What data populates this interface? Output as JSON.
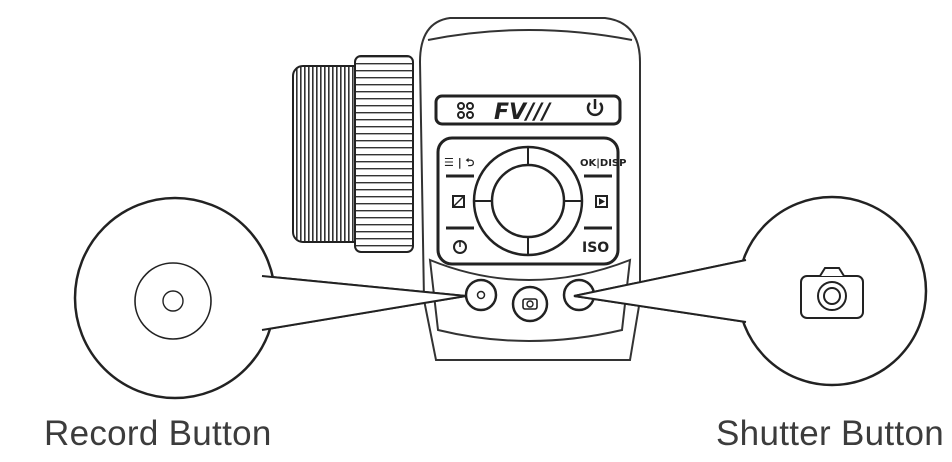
{
  "device": {
    "brand_logo": "FV///",
    "buttons": {
      "menu_back": "☰ | ⮌",
      "ok_disp": "OK|DISP",
      "iso": "ISO"
    }
  },
  "callouts": {
    "left_label": "Record Button",
    "right_label": "Shutter Button"
  }
}
